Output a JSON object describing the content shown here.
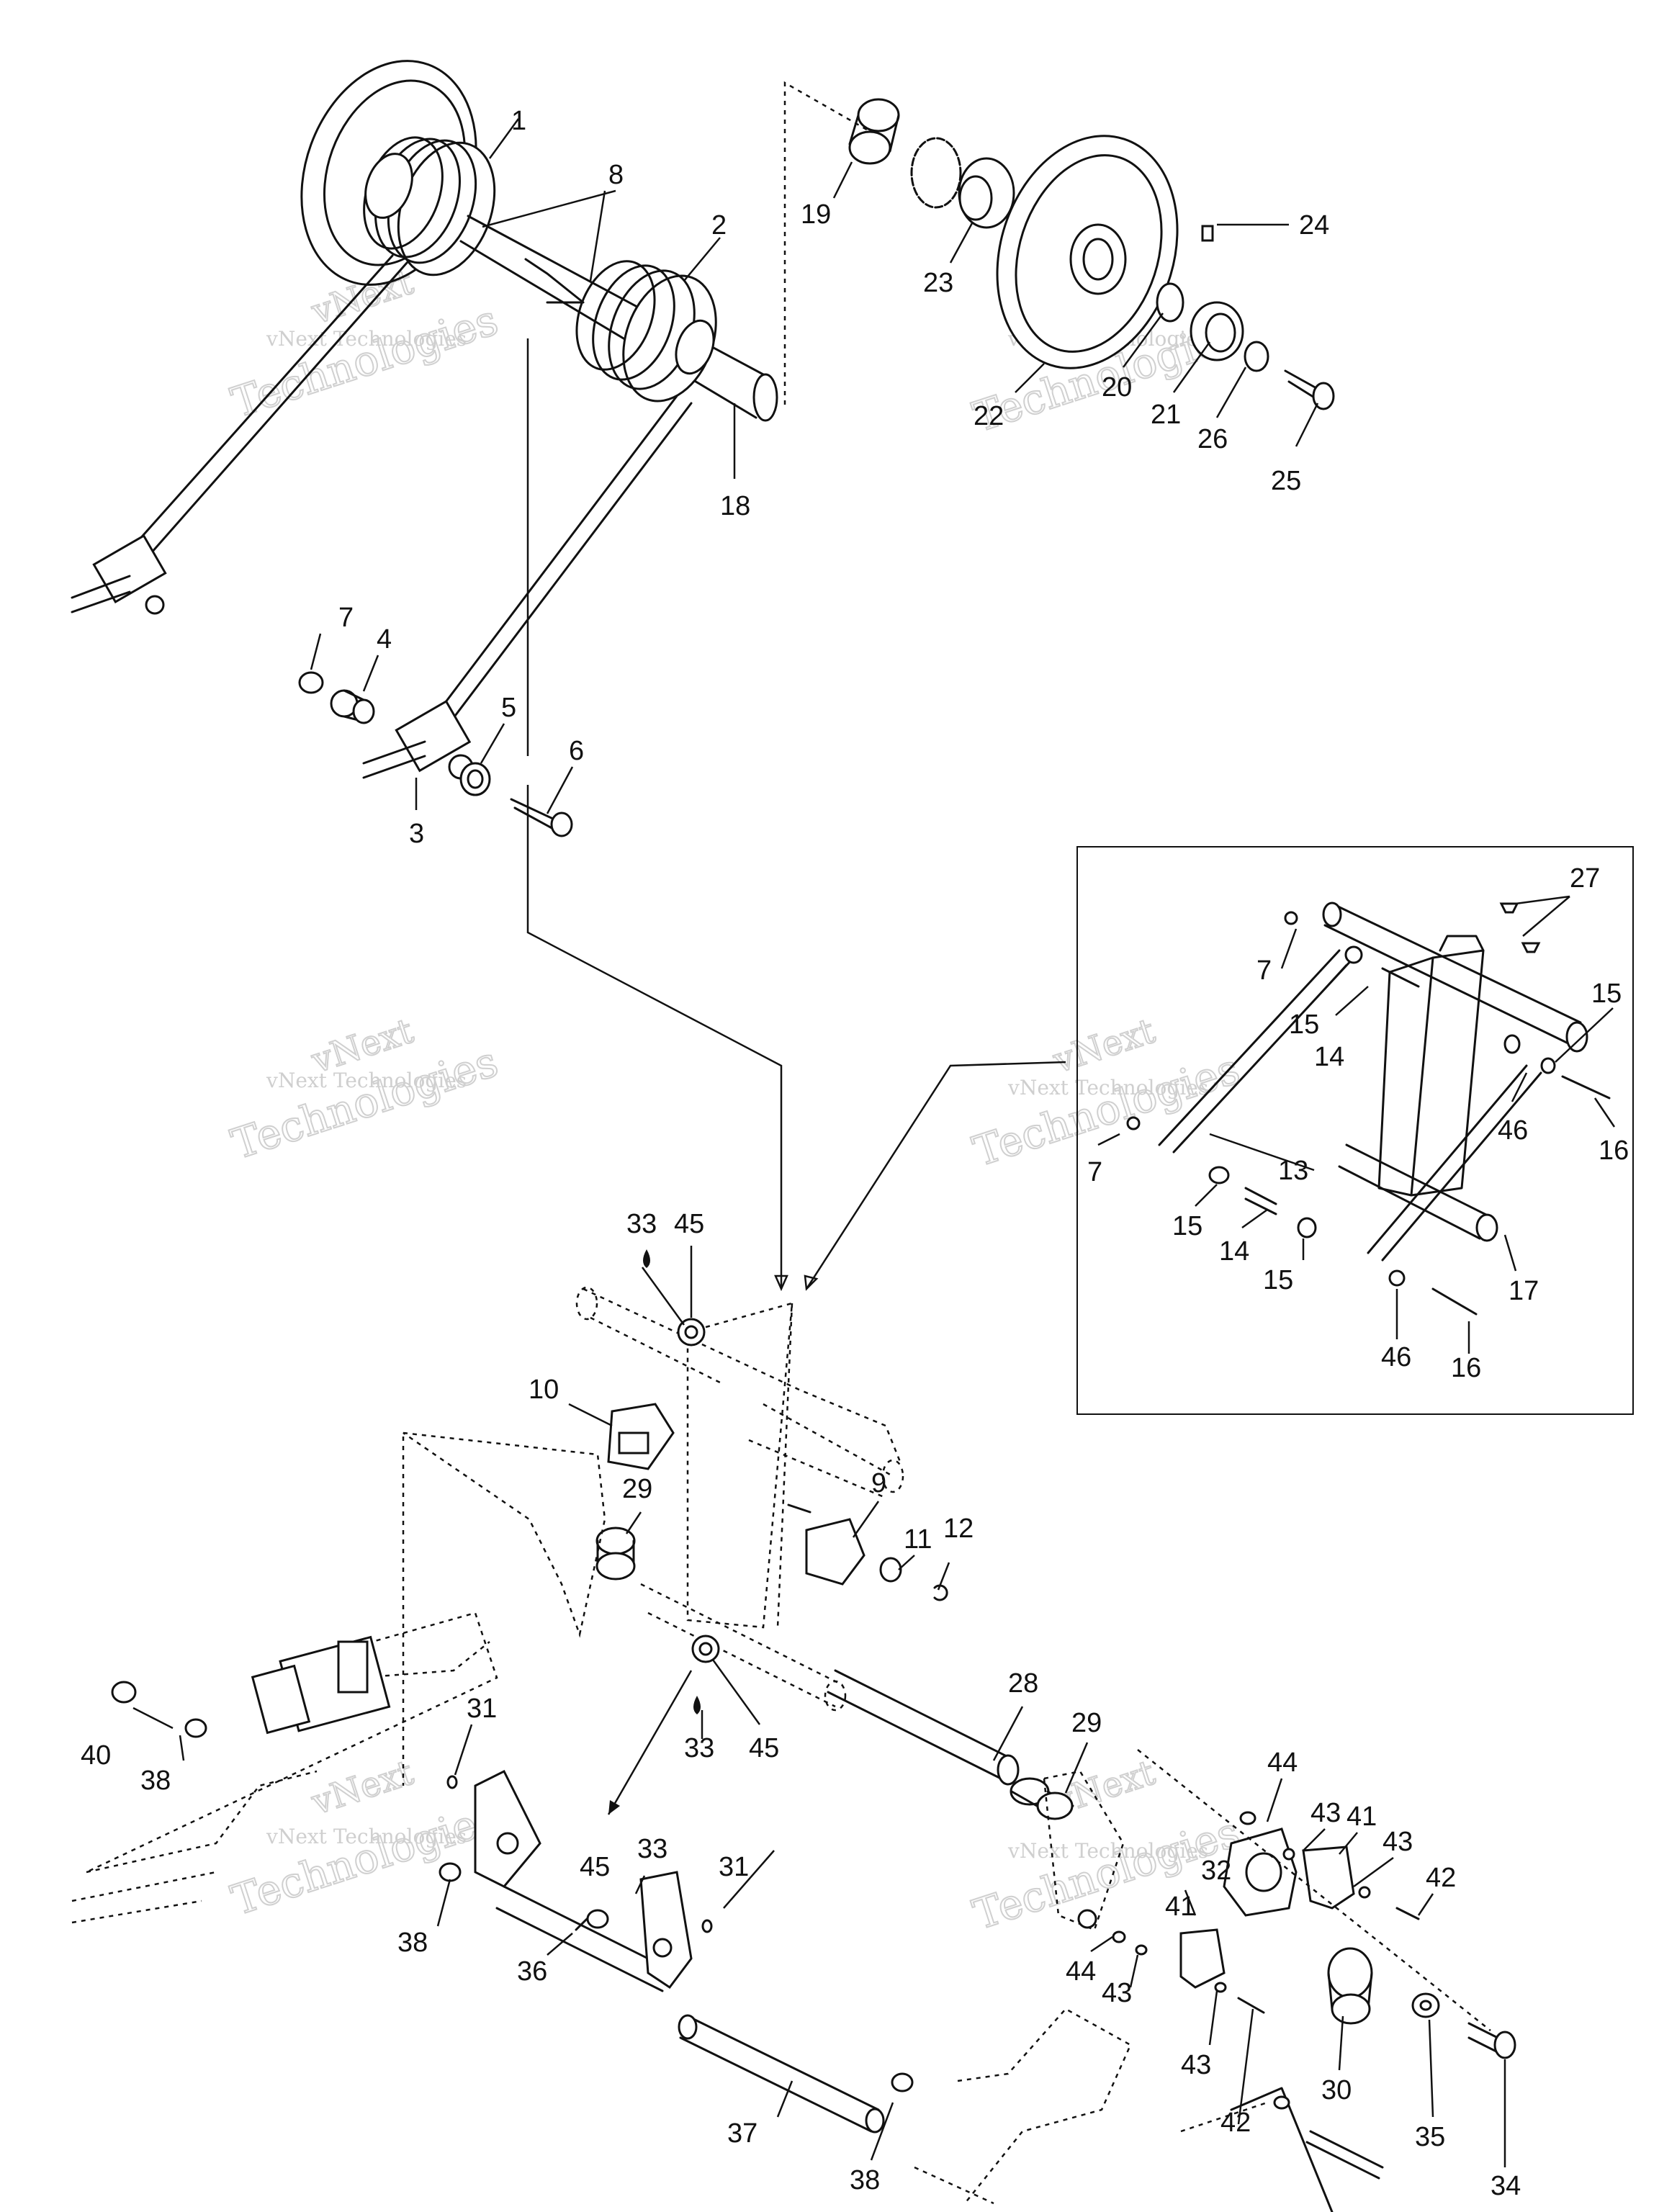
{
  "watermark": {
    "line1": "vNext",
    "line2": "vNext Technologies",
    "line3": "Technologies"
  },
  "callouts": {
    "c1": "1",
    "c2": "2",
    "c3": "3",
    "c4": "4",
    "c5": "5",
    "c6": "6",
    "c7": "7",
    "c8": "8",
    "c9": "9",
    "c10": "10",
    "c11": "11",
    "c12": "12",
    "c13": "13",
    "c14": "14",
    "c15": "15",
    "c16": "16",
    "c17": "17",
    "c18": "18",
    "c19": "19",
    "c20": "20",
    "c21": "21",
    "c22": "22",
    "c23": "23",
    "c24": "24",
    "c25": "25",
    "c26": "26",
    "c27": "27",
    "c28": "28",
    "c29": "29",
    "c30": "30",
    "c31": "31",
    "c32": "32",
    "c33": "33",
    "c34": "34",
    "c35": "35",
    "c36": "36",
    "c37": "37",
    "c38": "38",
    "c40": "40",
    "c41": "41",
    "c42": "42",
    "c43": "43",
    "c44": "44",
    "c45": "45",
    "c46": "46"
  }
}
